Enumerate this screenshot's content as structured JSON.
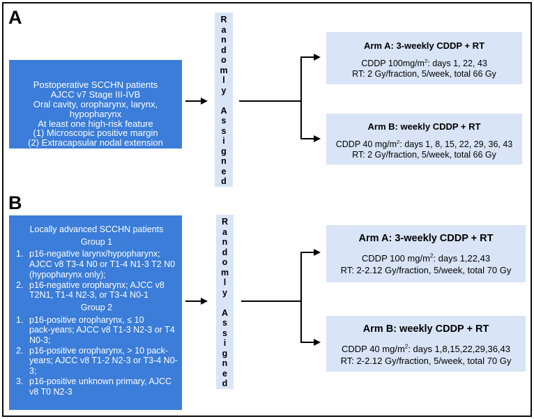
{
  "colors": {
    "patient_box_bg": "#3b7dd8",
    "patient_box_text": "#ffffff",
    "arm_box_bg": "#d9e4f6",
    "random_column_bg": "#d9e4f6",
    "connector": "#000000"
  },
  "panels": [
    {
      "label": "A",
      "patients": "Postoperative SCCHN patients\nAJCC v7 Stage III-IVB\nOral cavity, oropharynx, larynx,\nhypopharynx\nAt least one high-risk feature\n(1) Microscopic positive margin\n(2) Extracapsular nodal extension",
      "random_vertical": "R\na\nn\nd\no\nm\nl\ny\n\nA\ns\ns\ni\ng\nn\ne\nd",
      "arms": [
        {
          "title": "Arm A: 3-weekly CDDP + RT",
          "dose_pre": "CDDP 100mg/m",
          "dose_sup": "2",
          "dose_post": ": days 1, 22, 43",
          "rt": "RT: 2 Gy/fraction, 5/week, total 66 Gy"
        },
        {
          "title": "Arm B: weekly CDDP + RT",
          "dose_pre": "CDDP 40 mg/m",
          "dose_sup": "2",
          "dose_post": ": days 1, 8, 15, 22, 29, 36, 43",
          "rt": "RT: 2 Gy/fraction, 5/week, total 66 Gy"
        }
      ]
    },
    {
      "label": "B",
      "patients_title": "Locally advanced SCCHN patients",
      "group1_title": "Group 1",
      "group1_items": [
        {
          "num": "1.",
          "text": "p16-negative larynx/hypopharynx;\nAJCC v8 T3-4 N0 or T1-4 N1-3 T2 N0\n(hypopharynx only);"
        },
        {
          "num": "2.",
          "text": "p16-negative oropharynx; AJCC v8\nT2N1, T1-4 N2-3, or T3-4 N0-1"
        }
      ],
      "group2_title": "Group 2",
      "group2_items": [
        {
          "num": "1.",
          "text": "p16-positive oropharynx, ≤ 10\npack-years; AJCC v8 T1-3 N2-3 or T4\nN0-3;"
        },
        {
          "num": "2.",
          "text": "p16-positive oropharynx, > 10 pack-\nyears; AJCC v8 T1-2 N2-3 or T3-4 N0-\n3;"
        },
        {
          "num": "3.",
          "text": "p16-positive unknown primary, AJCC\nv8 T0 N2-3"
        }
      ],
      "random_vertical": "R\na\nn\nd\no\nm\nl\ny\n\nA\ns\ns\ni\ng\nn\ne\nd",
      "arms": [
        {
          "title": "Arm A: 3-weekly CDDP + RT",
          "dose_pre": "CDDP 100 mg/m",
          "dose_sup": "2",
          "dose_post": ": days 1,22,43",
          "rt": "RT: 2-2.12 Gy/fraction, 5/week, total 70 Gy"
        },
        {
          "title": "Arm B: weekly CDDP + RT",
          "dose_pre": "CDDP 40 mg/m",
          "dose_sup": "2",
          "dose_post": ": days 1,8,15,22,29,36,43",
          "rt": "RT: 2-2.12 Gy/fraction, 5/week, total 70 Gy"
        }
      ]
    }
  ]
}
